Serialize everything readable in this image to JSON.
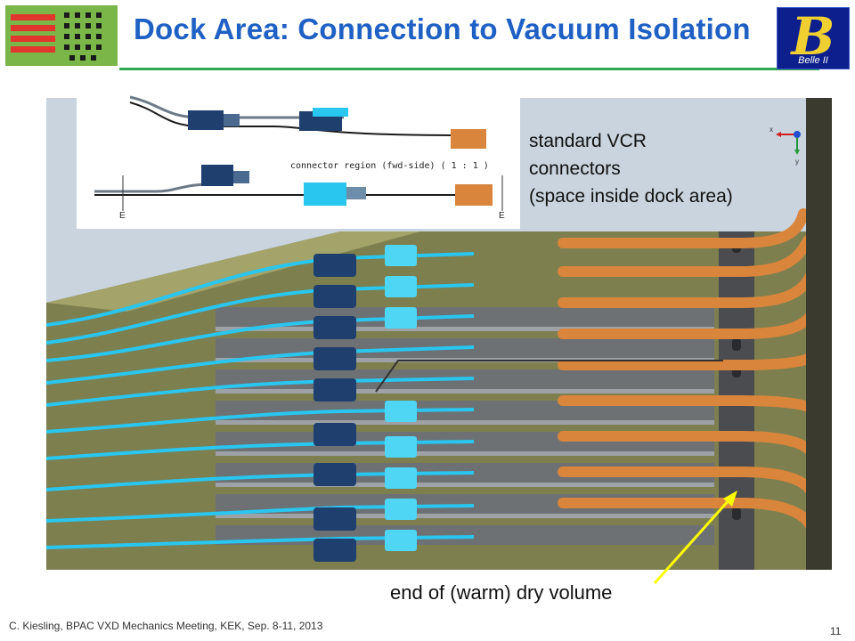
{
  "slide": {
    "title": "Dock Area: Connection to Vacuum Isolation",
    "logo_right_text": "Belle II",
    "logo_right_glyph": "B"
  },
  "labels": {
    "vcr_lines": [
      "standard VCR",
      "connectors",
      "(space inside dock area)"
    ],
    "dry_volume": "end of (warm) dry volume"
  },
  "drawing": {
    "caption": "connector region (fwd-side) ( 1 : 1 )",
    "marker_left": "E",
    "marker_right": "E"
  },
  "axes": {
    "x": "x",
    "y": "y"
  },
  "footer": {
    "citation": "C. Kiesling, BPAC VXD Mechanics Meeting, KEK, Sep. 8-11, 2013",
    "page_number": "11"
  },
  "colors": {
    "title": "#1f60c4",
    "rule": "#33a852",
    "arrow": "#ffff00",
    "pipe_orange": "#d9853b",
    "pipe_cyan": "#29c6f0",
    "connector_navy": "#1f3f6e"
  }
}
